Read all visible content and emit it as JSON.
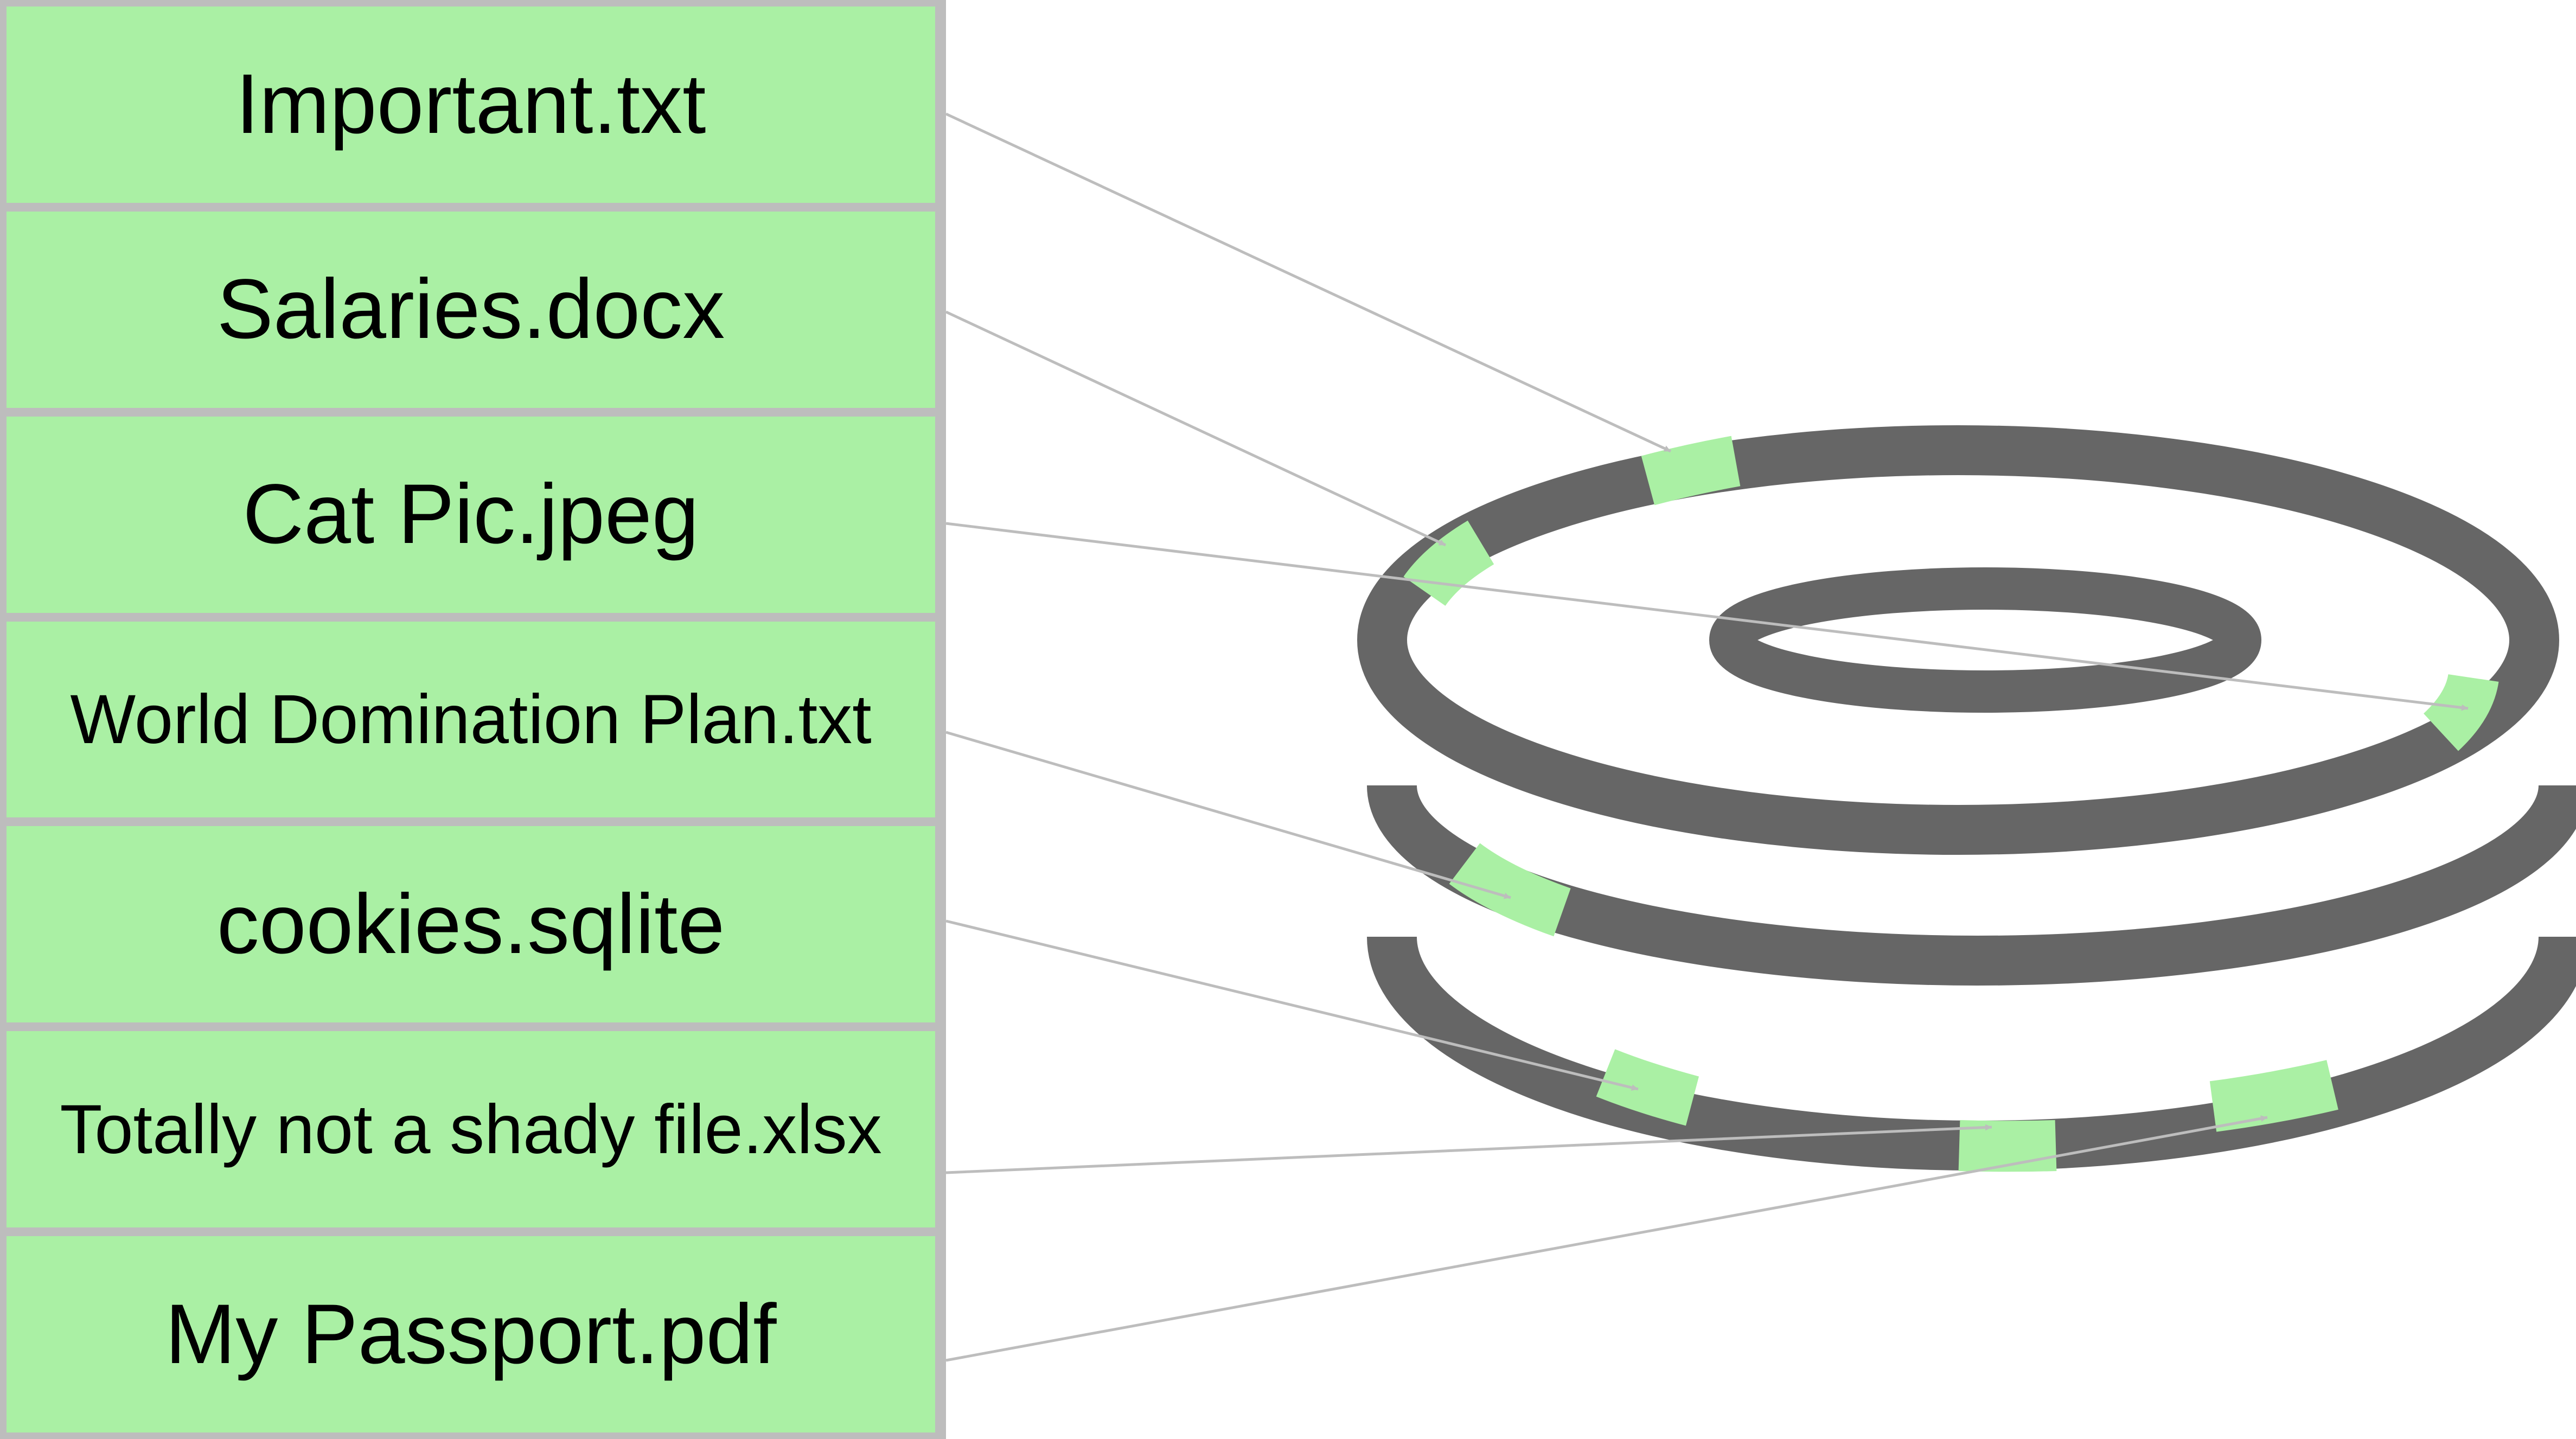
{
  "files": [
    {
      "id": "important",
      "name": "Important.txt"
    },
    {
      "id": "salaries",
      "name": "Salaries.docx"
    },
    {
      "id": "cat-pic",
      "name": "Cat Pic.jpeg"
    },
    {
      "id": "world-domination-plan",
      "name": "World Domination Plan.txt"
    },
    {
      "id": "cookies",
      "name": "cookies.sqlite"
    },
    {
      "id": "shady-file",
      "name": "Totally not a shady file.xlsx"
    },
    {
      "id": "passport",
      "name": "My Passport.pdf"
    }
  ],
  "colors": {
    "file_fill": "#aaf0a4",
    "border": "#bdbdbd",
    "platter": "#666666",
    "fragment": "#aaf0a4",
    "arrow": "#bdbdbd",
    "text": "#000000"
  }
}
